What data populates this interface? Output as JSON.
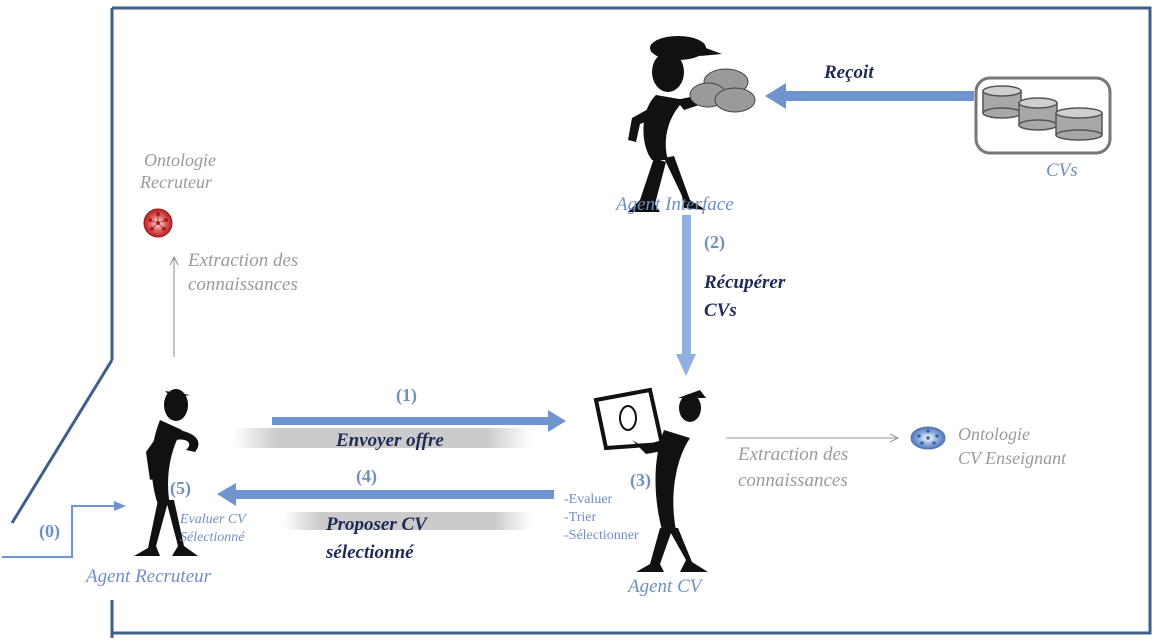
{
  "agents": {
    "recruteur": {
      "label": "Agent Recruteur",
      "step": "(5)",
      "task_line1": "Evaluer CV",
      "task_line2": "Sélectionné"
    },
    "interface": {
      "label": "Agent Interface"
    },
    "cv": {
      "label": "Agent CV",
      "step": "(3)",
      "tasks": [
        "-Evaluer",
        "-Trier",
        "-Sélectionner"
      ]
    }
  },
  "ontologies": {
    "recruteur": {
      "line1": "Ontologie",
      "line2": "Recruteur",
      "color": "#c83a3a"
    },
    "cv_enseignant": {
      "line1": "Ontologie",
      "line2": "CV Enseignant",
      "color": "#6f8fc2"
    }
  },
  "cvs_store": {
    "label": "CVs"
  },
  "flows": {
    "recoit": {
      "label": "Reçoit"
    },
    "recuperer": {
      "step": "(2)",
      "line1": "Récupérer",
      "line2": "CVs"
    },
    "envoyer": {
      "step": "(1)",
      "label": "Envoyer offre"
    },
    "proposer": {
      "step": "(4)",
      "line1": "Proposer CV",
      "line2": "sélectionné"
    },
    "start": {
      "step": "(0)"
    },
    "extraction_recruteur": {
      "line1": "Extraction des",
      "line2": "connaissances"
    },
    "extraction_cv": {
      "line1": "Extraction des",
      "line2": "connaissances"
    }
  },
  "colors": {
    "frame": "#3f5f8a",
    "arrow": "#6f94d0",
    "text_blue": "#6f8fc2",
    "text_grey": "#9a9a9a",
    "text_navy": "#1f2a55"
  }
}
